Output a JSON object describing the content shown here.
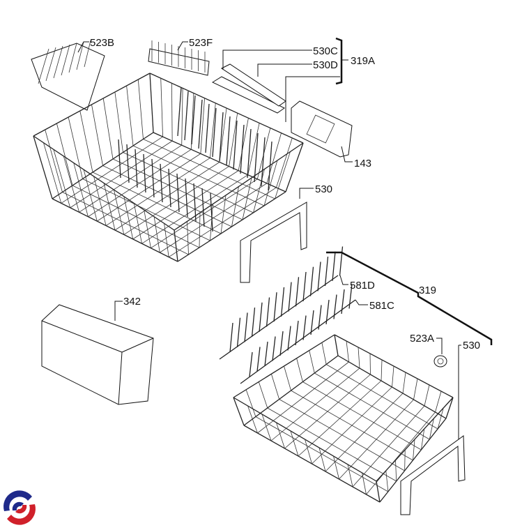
{
  "diagram": {
    "labels": {
      "l523b": "523B",
      "l523f": "523F",
      "l530c": "530C",
      "l530d": "530D",
      "l319a": "319A",
      "l143": "143",
      "l530_upper": "530",
      "l342": "342",
      "l581d": "581D",
      "l581c": "581C",
      "l319": "319",
      "l523a": "523A",
      "l530_lower": "530"
    },
    "colors": {
      "logo_blue": "#1f2a8a",
      "logo_red": "#d0202a"
    }
  }
}
